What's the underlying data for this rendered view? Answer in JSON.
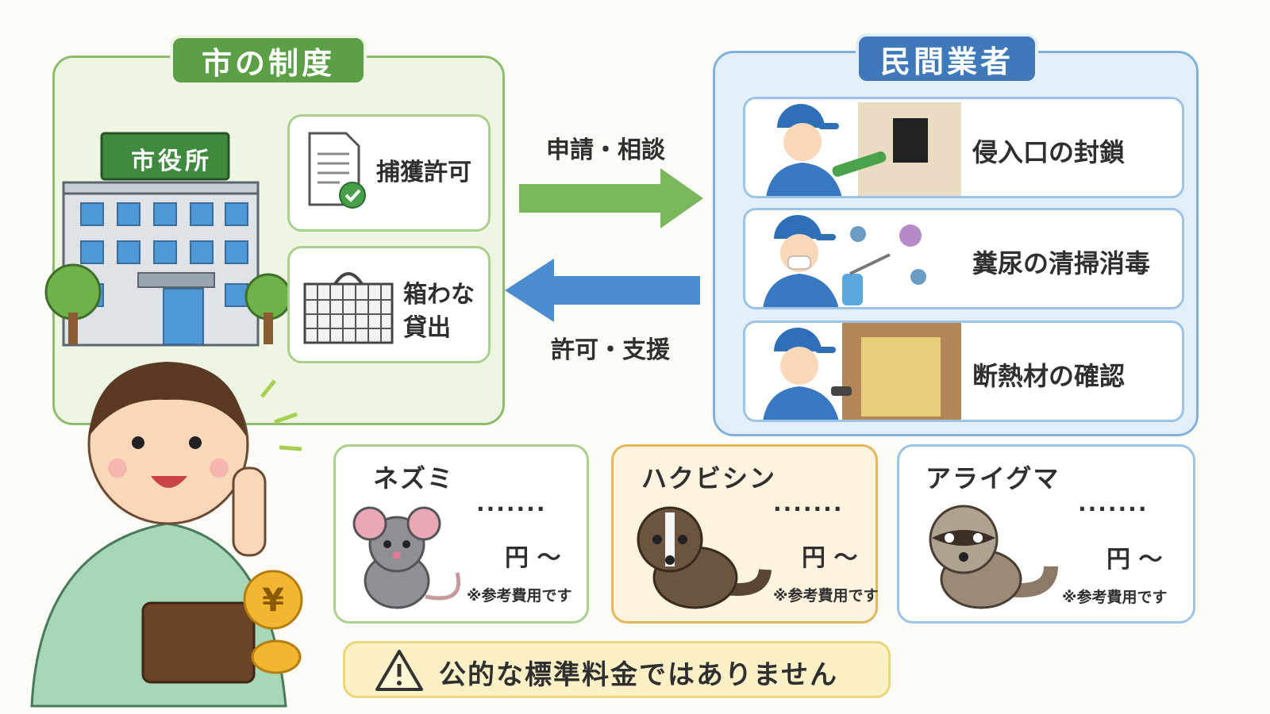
{
  "city": {
    "title": "市の制度",
    "building_sign": "市役所",
    "services": [
      "捕獲許可",
      "箱わな",
      "貸出"
    ]
  },
  "business": {
    "title": "民間業者",
    "services": [
      "侵入口の封鎖",
      "糞尿の清掃消毒",
      "断熱材の確認"
    ]
  },
  "flow": {
    "to_business": "申請・相談",
    "to_city": "許可・支援"
  },
  "animals": [
    {
      "name": "ネズミ",
      "dots": ".......",
      "price": "円 ～",
      "note": "※参考費用です"
    },
    {
      "name": "ハクビシン",
      "dots": ".......",
      "price": "円 ～",
      "note": "※参考費用です"
    },
    {
      "name": "アライグマ",
      "dots": ".......",
      "price": "円 ～",
      "note": "※参考費用です"
    }
  ],
  "warning": "公的な標準料金ではありません",
  "icons": [
    "document-check-icon",
    "cage-trap-icon",
    "warning-icon",
    "yen-coin-icon"
  ],
  "colors": {
    "city_green": "#5b9f47",
    "business_blue": "#3f79ba",
    "warning_yellow": "#fbf0c6"
  }
}
